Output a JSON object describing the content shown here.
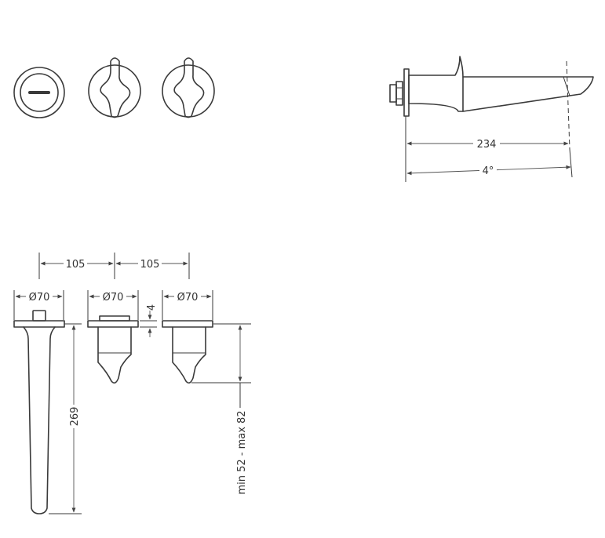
{
  "dimensions": {
    "spout_length": "234",
    "spout_angle": "4°",
    "spacing_left": "105",
    "spacing_right": "105",
    "diameter_spout_rosette": "Ø70",
    "diameter_left_handle": "Ø70",
    "diameter_right_handle": "Ø70",
    "rosette_thickness": "4",
    "spout_height": "269",
    "handle_projection": "min 52 - max 82"
  }
}
